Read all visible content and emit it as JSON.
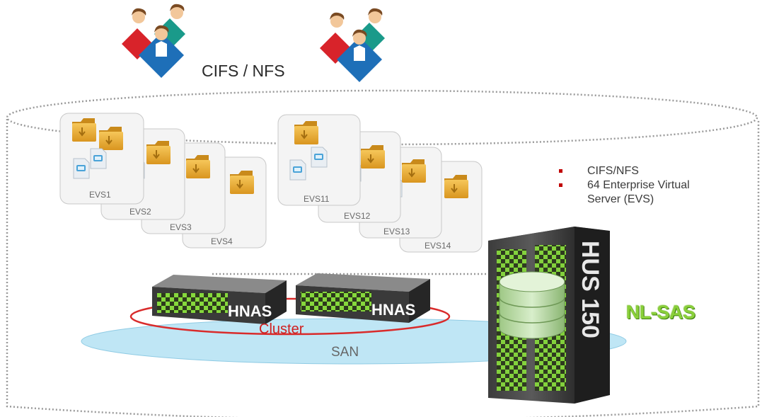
{
  "diagram": {
    "protocol_label": "CIFS / NFS",
    "evs_group_a": [
      "EVS1",
      "EVS2",
      "EVS3",
      "EVS4"
    ],
    "evs_group_b": [
      "EVS11",
      "EVS12",
      "EVS13",
      "EVS14"
    ],
    "bullets": [
      "CIFS/NFS",
      "64 Enterprise Virtual",
      "Server (EVS)"
    ],
    "hnas_nodes": [
      "HNAS",
      "HNAS"
    ],
    "cluster_label": "Cluster",
    "san_label": "SAN",
    "storage_label": "HUS 150",
    "disk_type_label": "NL-SAS",
    "colors": {
      "cluster_ring": "#d92b2b",
      "san_pool": "#bfe6f5",
      "nl_sas": "#8ad03a",
      "bullet": "#c00000",
      "server_led": "#7fd23a"
    }
  }
}
